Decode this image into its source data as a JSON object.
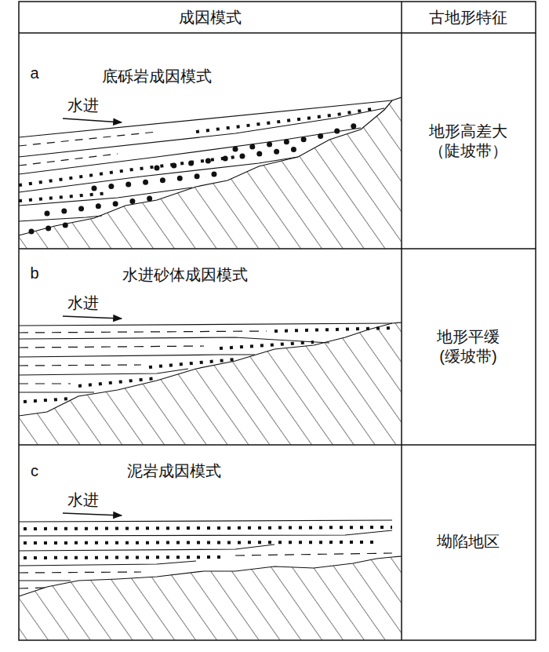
{
  "diagram": {
    "labels": [
      "成因模式",
      "古地形特征",
      "a",
      "底砾岩成因模式",
      "水进",
      "地形高差大（陡坡带）",
      "b",
      "水进砂体成因模式",
      "水进",
      "地形平缓(缓坡带)",
      "c",
      "泥岩成因模式",
      "水进",
      "坳陷地区"
    ]
  }
}
